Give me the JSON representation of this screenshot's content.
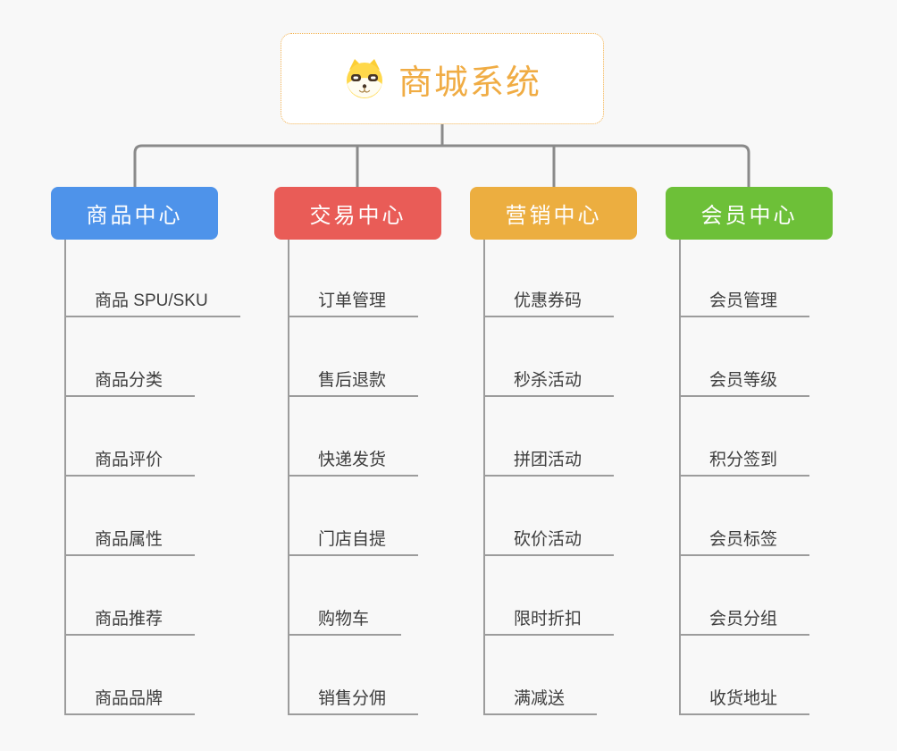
{
  "root": {
    "title": "商城系统",
    "icon": "shiba-dog-icon",
    "border_color": "#f2b14e",
    "title_color": "#f0ac44"
  },
  "branches": [
    {
      "label": "商品中心",
      "color": "#4e93ea",
      "items": [
        "商品 SPU/SKU",
        "商品分类",
        "商品评价",
        "商品属性",
        "商品推荐",
        "商品品牌"
      ]
    },
    {
      "label": "交易中心",
      "color": "#e95c57",
      "items": [
        "订单管理",
        "售后退款",
        "快递发货",
        "门店自提",
        "购物车",
        "销售分佣"
      ]
    },
    {
      "label": "营销中心",
      "color": "#ecae40",
      "items": [
        "优惠券码",
        "秒杀活动",
        "拼团活动",
        "砍价活动",
        "限时折扣",
        "满减送"
      ]
    },
    {
      "label": "会员中心",
      "color": "#6dc038",
      "items": [
        "会员管理",
        "会员等级",
        "积分签到",
        "会员标签",
        "会员分组",
        "收货地址"
      ]
    }
  ],
  "connector_color": "#8a8a8a",
  "leaf_line_color": "#9c9c9c",
  "background_color": "#f8f8f8"
}
